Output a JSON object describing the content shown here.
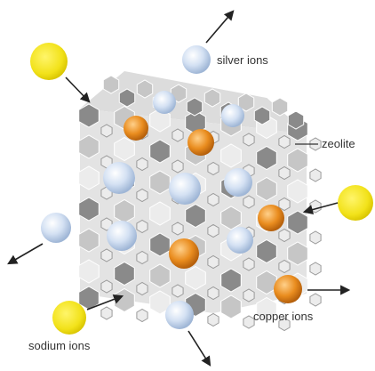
{
  "labels": {
    "silver": "silver ions",
    "zeolite": "zeolite",
    "copper": "copper ions",
    "sodium": "sodium ions"
  },
  "colors": {
    "sodium": "#f2e21a",
    "silver": "#d4e1f3",
    "copper": "#e98c1e",
    "zeolite_light": "#ececec",
    "zeolite_mid": "#c6c6c6",
    "zeolite_dark": "#8a8a8a",
    "arrow": "#222222",
    "label": "#333333"
  }
}
